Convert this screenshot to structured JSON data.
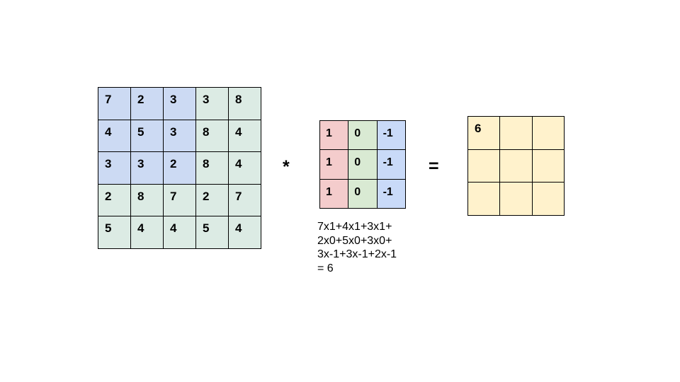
{
  "input_matrix": {
    "rows": [
      [
        7,
        2,
        3,
        3,
        8
      ],
      [
        4,
        5,
        3,
        8,
        4
      ],
      [
        3,
        3,
        2,
        8,
        4
      ],
      [
        2,
        8,
        7,
        2,
        7
      ],
      [
        5,
        4,
        4,
        5,
        4
      ]
    ],
    "highlight_region": {
      "rows": 3,
      "cols": 3
    },
    "cell_color_default": "#dcebe4",
    "cell_color_highlight": "#ccdaf3"
  },
  "kernel": {
    "rows": [
      [
        1,
        0,
        -1
      ],
      [
        1,
        0,
        -1
      ],
      [
        1,
        0,
        -1
      ]
    ],
    "column_colors": [
      "#f4cccc",
      "#d9ead3",
      "#c9daf8"
    ]
  },
  "output_matrix": {
    "rows": [
      [
        "6",
        "",
        ""
      ],
      [
        "",
        "",
        ""
      ],
      [
        "",
        "",
        ""
      ]
    ],
    "cell_color": "#fff2cc"
  },
  "operators": {
    "convolve": "*",
    "equals": "="
  },
  "calculation": {
    "lines": [
      "7x1+4x1+3x1+",
      "2x0+5x0+3x0+",
      "3x-1+3x-1+2x-1",
      "= 6"
    ]
  },
  "colors": {
    "grid_border": "#000000",
    "background": "#ffffff",
    "text": "#000000"
  }
}
